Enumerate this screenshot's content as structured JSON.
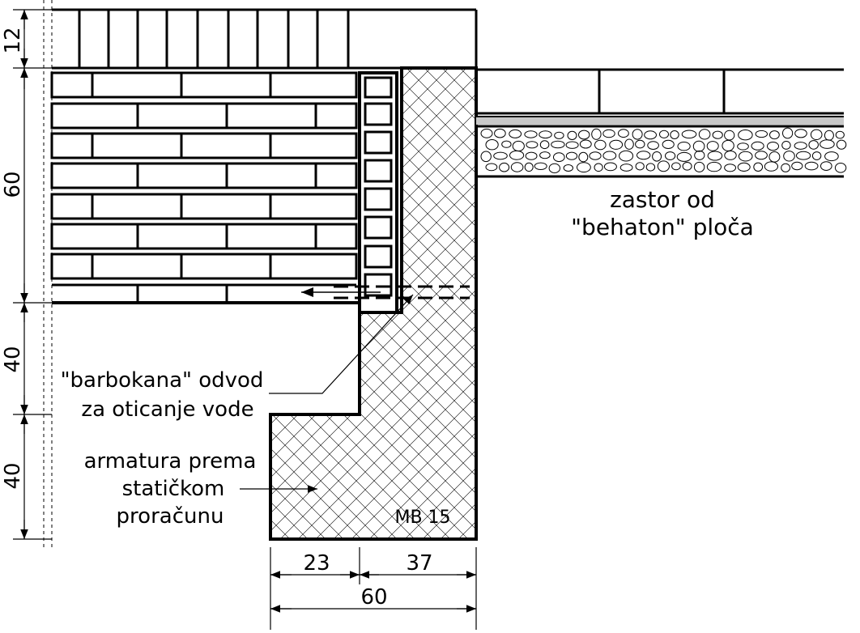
{
  "labels": {
    "paving_line1": "zastor od",
    "paving_line2": "\"behaton\" ploča",
    "drain_line1": "\"barbokana\" odvod",
    "drain_line2": "za oticanje vode",
    "rebar_line1": "armatura prema",
    "rebar_line2": "statičkom",
    "rebar_line3": "proračunu",
    "concrete_grade": "MB 15"
  },
  "dimensions": {
    "vertical": [
      "12",
      "60",
      "40",
      "40"
    ],
    "horizontal": [
      "23",
      "37",
      "60"
    ]
  }
}
